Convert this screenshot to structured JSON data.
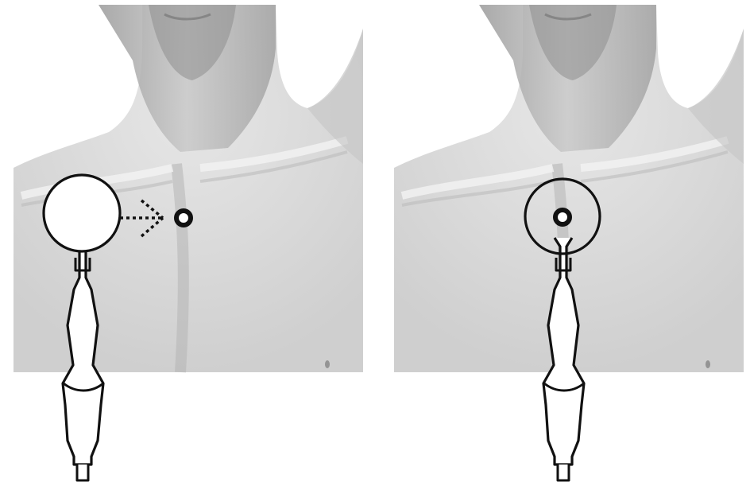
{
  "figure": {
    "panels": [
      {
        "id": "before",
        "device_state": "beside-target",
        "arrow": "dotted-pointing-to-target"
      },
      {
        "id": "after",
        "device_state": "over-target",
        "arrow": "none"
      }
    ],
    "icons": {
      "device": "massage-device-icon",
      "target": "target-point-icon",
      "arrow": "dotted-arrow-icon"
    },
    "colors": {
      "background": "#ffffff",
      "stroke": "#111111",
      "device_fill": "#ffffff",
      "photo_light": "#e9e9e9",
      "photo_dark": "#8f8f8f"
    }
  }
}
